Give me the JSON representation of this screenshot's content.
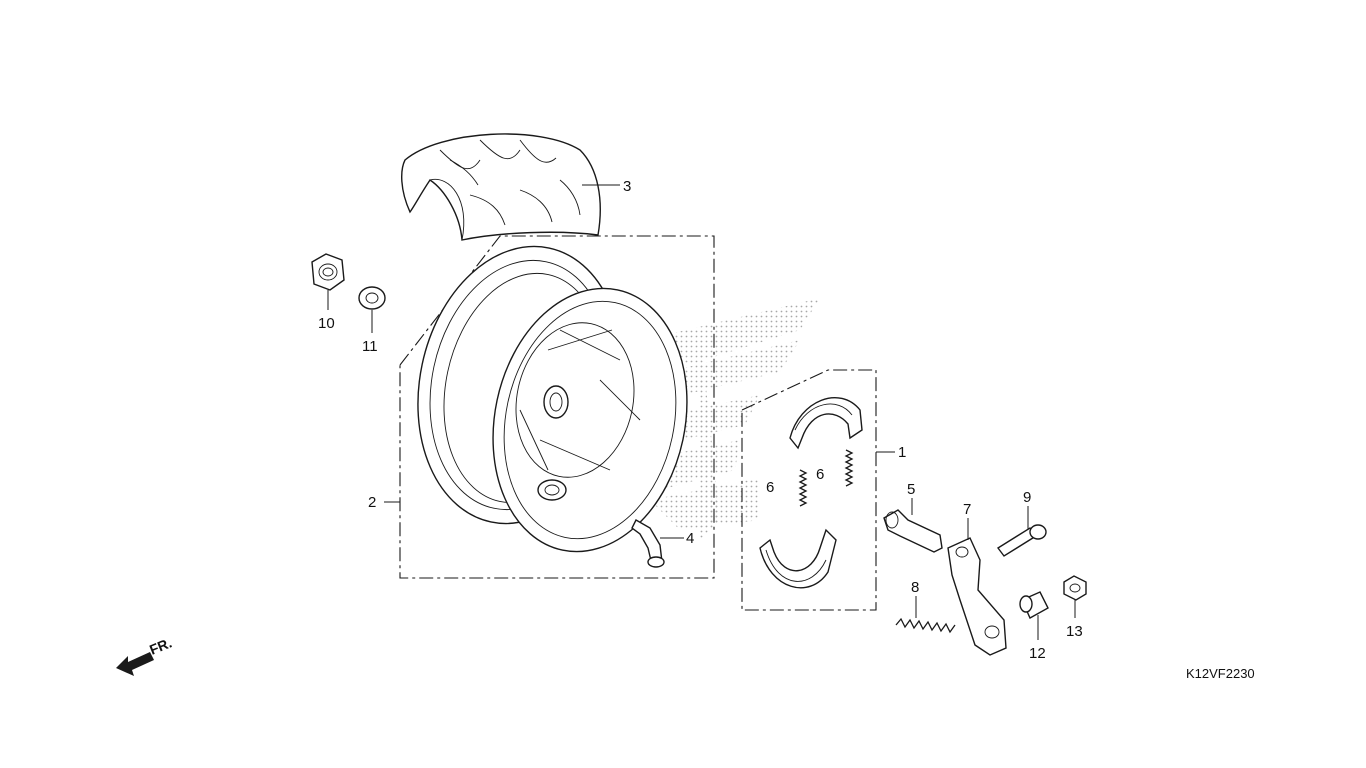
{
  "diagram_code": "K12VF2230",
  "direction_label": "FR.",
  "callouts": {
    "c1": "1",
    "c2": "2",
    "c3": "3",
    "c4": "4",
    "c5": "5",
    "c6a": "6",
    "c6b": "6",
    "c7": "7",
    "c8": "8",
    "c9": "9",
    "c10": "10",
    "c11": "11",
    "c12": "12",
    "c13": "13"
  },
  "colors": {
    "line": "#1a1a1a",
    "background": "#ffffff",
    "watermark_dots": "#9a9a9a"
  }
}
